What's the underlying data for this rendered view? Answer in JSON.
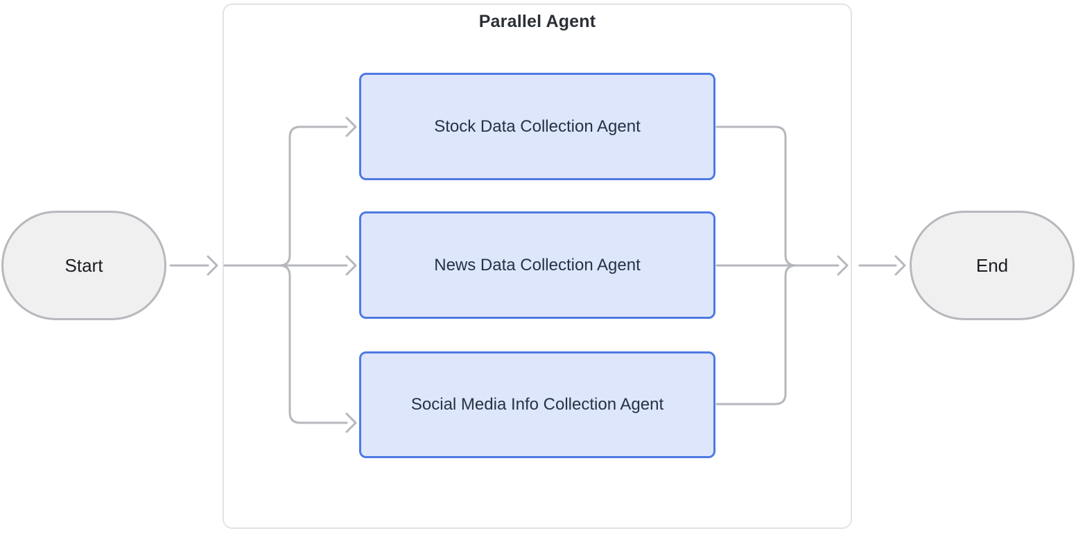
{
  "diagram": {
    "type": "flowchart",
    "group": {
      "title": "Parallel Agent"
    },
    "nodes": {
      "start": {
        "label": "Start",
        "shape": "stadium"
      },
      "end": {
        "label": "End",
        "shape": "stadium"
      },
      "agents": [
        {
          "label": "Stock Data Collection Agent"
        },
        {
          "label": "News Data Collection Agent"
        },
        {
          "label": "Social Media Info Collection Agent"
        }
      ]
    },
    "edges": [
      {
        "from": "start",
        "to": "parallel-agent-group"
      },
      {
        "from": "split",
        "to": "stock-data-collection-agent"
      },
      {
        "from": "split",
        "to": "news-data-collection-agent"
      },
      {
        "from": "split",
        "to": "social-media-info-collection-agent"
      },
      {
        "from": "stock-data-collection-agent",
        "to": "merge"
      },
      {
        "from": "news-data-collection-agent",
        "to": "merge"
      },
      {
        "from": "social-media-info-collection-agent",
        "to": "merge"
      },
      {
        "from": "parallel-agent-group",
        "to": "end"
      }
    ],
    "colors": {
      "background": "#ffffff",
      "agent_fill": "#dde6fb",
      "agent_border": "#4f79e3",
      "agent_text": "#253246",
      "terminal_fill": "#f0f0f1",
      "terminal_border": "#b6b8bd",
      "terminal_text": "#1b1c1f",
      "connector": "#b5b7bc",
      "group_border": "#e2e3e8",
      "group_title_text": "#2b3036"
    }
  }
}
